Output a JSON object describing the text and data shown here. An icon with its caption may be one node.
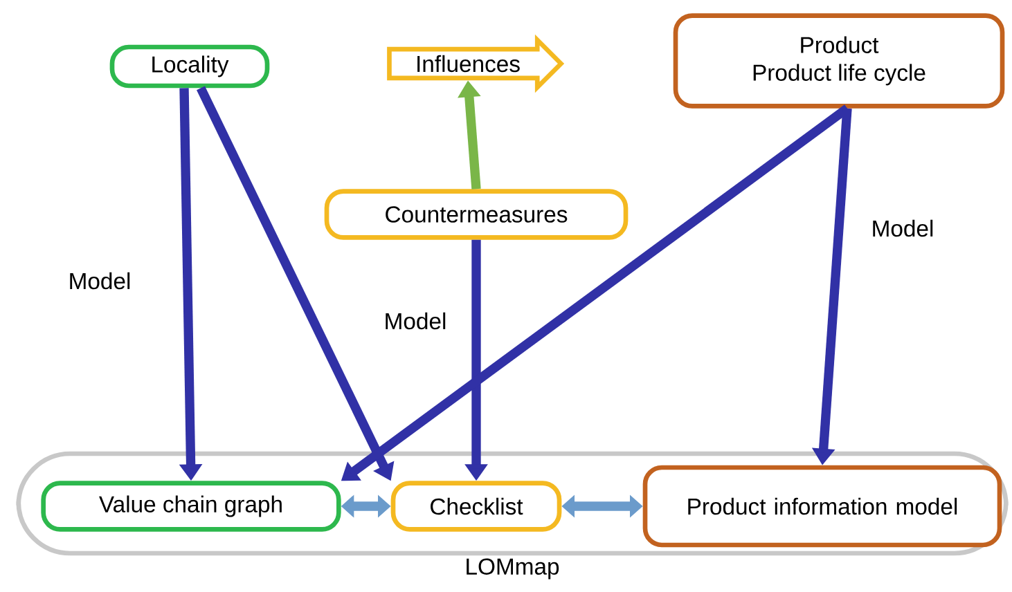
{
  "diagram": {
    "nodes": [
      {
        "text": [
          "Locality"
        ]
      },
      {
        "text": [
          "Influences"
        ]
      },
      {
        "text": [
          "Product",
          "Product life cycle"
        ]
      },
      {
        "text": [
          "Countermeasures"
        ]
      },
      {
        "text": [
          "LOMmap"
        ]
      },
      {
        "text": [
          "Value chain graph"
        ],
        "in": 4
      },
      {
        "text": [
          "Checklist"
        ],
        "in": 4
      },
      {
        "text": [
          "Product information model"
        ],
        "in": 4
      }
    ],
    "edges": [
      {
        "from": 0,
        "to": 5,
        "arrow": "to",
        "label": "Model"
      },
      {
        "from": 0,
        "to": 6,
        "arrow": "to"
      },
      {
        "from": 3,
        "to": 1,
        "arrow": "to",
        "color": "#7ab648"
      },
      {
        "from": 3,
        "to": 6,
        "arrow": "to",
        "label": "Model"
      },
      {
        "from": 2,
        "to": 5,
        "arrow": "to"
      },
      {
        "from": 2,
        "to": 7,
        "arrow": "to",
        "label": "Model"
      },
      {
        "from": 5,
        "to": 6,
        "arrow": "both",
        "color": "#6b9bcb"
      },
      {
        "from": 6,
        "to": 7,
        "arrow": "both",
        "color": "#6b9bcb"
      }
    ]
  }
}
